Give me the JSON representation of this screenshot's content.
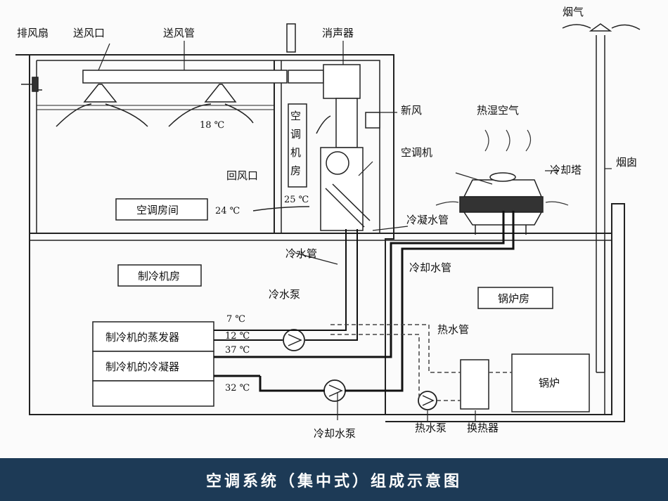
{
  "labels": {
    "exhaust_fan": "排风扇",
    "supply_outlet": "送风口",
    "supply_duct": "送风管",
    "silencer": "消声器",
    "flue_gas": "烟气",
    "fresh_air": "新风",
    "hot_humid_air": "热湿空气",
    "ac_room_v": [
      "空",
      "调",
      "机",
      "房"
    ],
    "ac_unit": "空调机",
    "cooling_tower": "冷却塔",
    "chimney": "烟囱",
    "return_outlet": "回风口",
    "temp_18": "18 ℃",
    "temp_25": "25 ℃",
    "temp_24": "24 ℃",
    "ac_room": "空调房间",
    "condensate_pipe": "冷凝水管",
    "chilled_pipe": "冷水管",
    "cooling_pipe": "冷却水管",
    "chiller_room": "制冷机房",
    "chilled_pump": "冷水泵",
    "boiler_room": "锅炉房",
    "temp_7": "7 ℃",
    "temp_12": "12 ℃",
    "temp_37": "37 ℃",
    "temp_32": "32 ℃",
    "evaporator": "制冷机的蒸发器",
    "condenser": "制冷机的冷凝器",
    "hot_water_pipe": "热水管",
    "boiler": "锅炉",
    "cooling_pump": "冷却水泵",
    "hot_water_pump": "热水泵",
    "heat_exchanger": "换热器"
  },
  "footer": {
    "title": "空调系统（集中式）组成示意图"
  },
  "colors": {
    "footer_bg": "#1d3a56",
    "line": "#111111"
  }
}
